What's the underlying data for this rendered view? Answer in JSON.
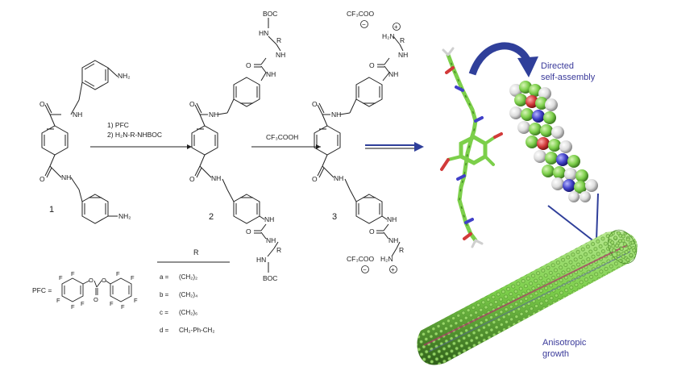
{
  "compounds": {
    "c1": "1",
    "c2": "2",
    "c3": "3"
  },
  "step1": {
    "line1": "1) PFC",
    "line2": "2) H₂N-R-NHBOC"
  },
  "step2": {
    "reagent": "CF₃COOH"
  },
  "groups": {
    "nh": "NH",
    "nh2": "NH₂",
    "hn": "HN",
    "boc": "BOC",
    "r": "R",
    "o": "O",
    "cf3coo": "CF₃COO",
    "h2n": "H₂N",
    "minus": "−",
    "plus": "+"
  },
  "table": {
    "header": "R",
    "rows": [
      {
        "key": "a =",
        "val": "(CH₂)₂"
      },
      {
        "key": "b =",
        "val": "(CH₂)₄"
      },
      {
        "key": "c =",
        "val": "(CH₂)₆"
      },
      {
        "key": "d =",
        "val": "CH₂-Ph-CH₂"
      }
    ]
  },
  "pfc": {
    "label": "PFC =",
    "f": "F",
    "o": "O"
  },
  "annotations": {
    "directed": "Directed",
    "self_assembly": "self-assembly",
    "anisotropic": "Anisotropic",
    "growth": "growth"
  },
  "colors": {
    "carbon": "#7ccf4a",
    "oxygen": "#d23a3a",
    "nitrogen": "#4040c8",
    "hydrogen": "#e6e6e6",
    "arrow_blue": "#2f3f9a",
    "annotation": "#3a3a9a"
  }
}
